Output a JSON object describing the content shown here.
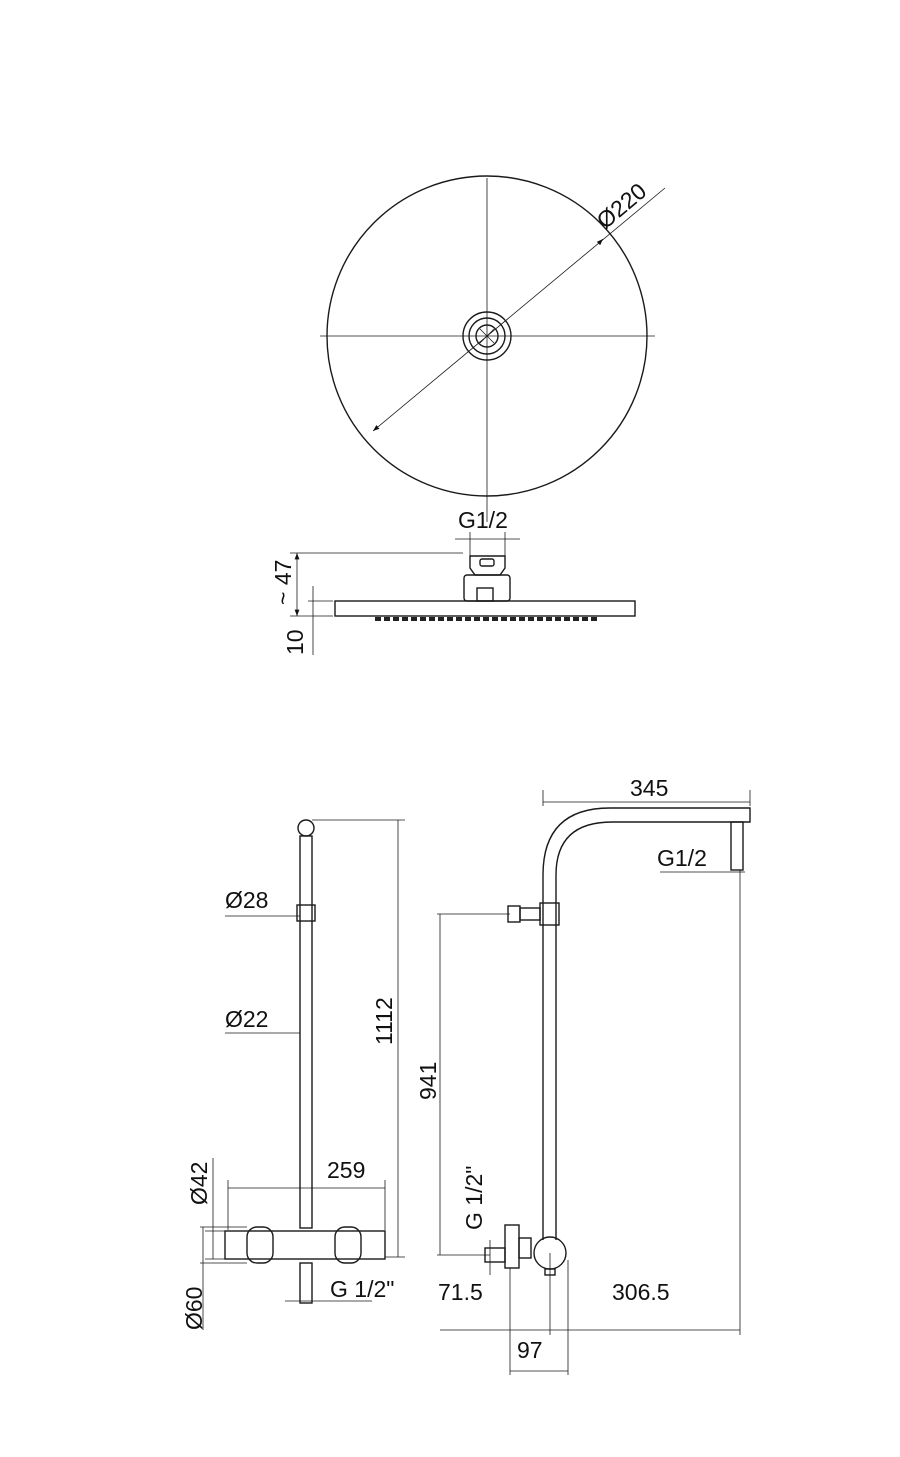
{
  "top_view": {
    "diameter": "Ø220"
  },
  "side_view": {
    "thread": "G1/2",
    "height": "~ 47",
    "plate_thickness": "10"
  },
  "front_view": {
    "top_diameter": "Ø28",
    "pipe_diameter": "Ø22",
    "height": "1112",
    "width": "259",
    "knob_diameter": "Ø42",
    "body_diameter": "Ø60",
    "inlet": "G 1/2\""
  },
  "profile_view": {
    "arm_length": "345",
    "outlet": "G1/2",
    "diverter_height": "941",
    "inlet": "G 1/2\"",
    "offset": "71.5",
    "projection": "306.5",
    "depth": "97"
  }
}
